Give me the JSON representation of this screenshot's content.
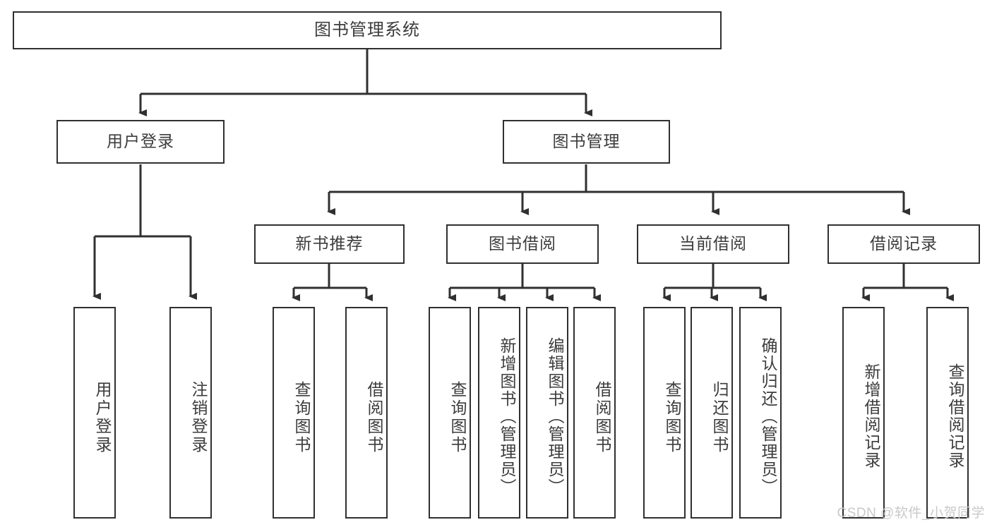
{
  "diagram": {
    "title": "图书管理系统",
    "watermark": "CSDN @软件_小贺同学",
    "colors": {
      "box_border": "#303030",
      "box_fill": "#ffffff",
      "text": "#3c3c3c",
      "edge": "#303030",
      "watermark": "#c9c9c9"
    },
    "nodes": {
      "root": {
        "label": "图书管理系统"
      },
      "level1": [
        {
          "label": "用户登录"
        },
        {
          "label": "图书管理"
        }
      ],
      "level2": [
        {
          "label": "新书推荐"
        },
        {
          "label": "图书借阅"
        },
        {
          "label": "当前借阅"
        },
        {
          "label": "借阅记录"
        }
      ],
      "leaves_user_login": [
        {
          "label": "用户登录"
        },
        {
          "label": "注销登录"
        }
      ],
      "leaves_new_book": [
        {
          "label": "查询图书"
        },
        {
          "label": "借阅图书"
        }
      ],
      "leaves_borrow": [
        {
          "label": "查询图书"
        },
        {
          "label": "新增图书（管理员）"
        },
        {
          "label": "编辑图书（管理员）"
        },
        {
          "label": "借阅图书"
        }
      ],
      "leaves_current": [
        {
          "label": "查询图书"
        },
        {
          "label": "归还图书"
        },
        {
          "label": "确认归还（管理员）"
        }
      ],
      "leaves_records": [
        {
          "label": "新增借阅记录"
        },
        {
          "label": "查询借阅记录"
        }
      ]
    }
  }
}
